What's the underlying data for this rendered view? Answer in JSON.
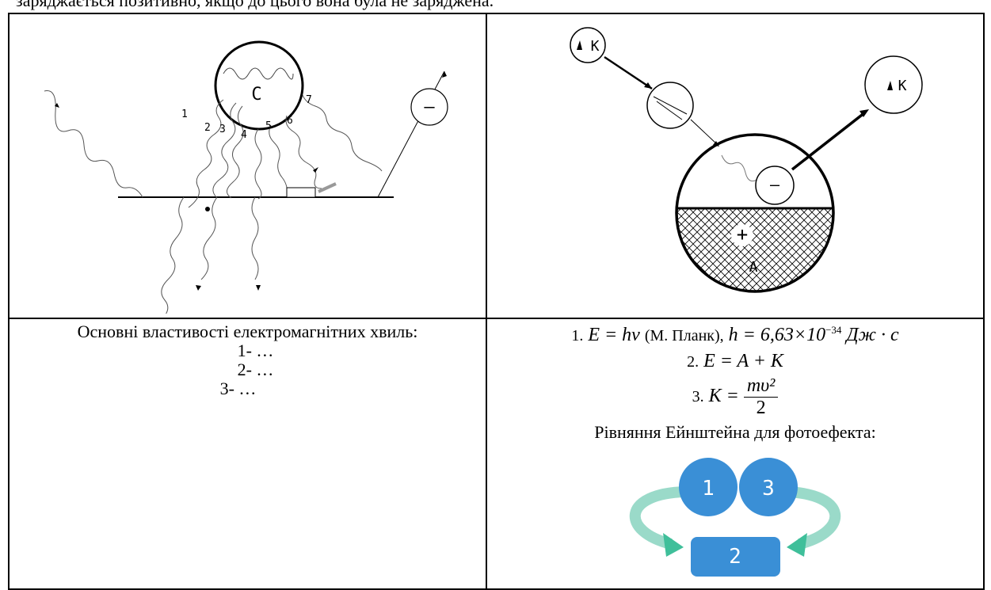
{
  "top_text": "заряджається позитивно, якщо до цього вона була не заряджена.",
  "diagram_left": {
    "circle_label": "C",
    "ray_labels": [
      "1",
      "2",
      "3",
      "4",
      "5",
      "6",
      "7"
    ],
    "electron_sign": "—"
  },
  "diagram_right": {
    "photon_in_label": "K",
    "photon_out_label": "K",
    "electron_sign": "—",
    "plus_sign": "+",
    "atom_label": "A"
  },
  "properties": {
    "title": "Основні властивості електромагнітних хвиль:",
    "items": [
      "1-    …",
      "2-    …",
      "3-  …"
    ]
  },
  "equations": {
    "eq1_num": "1.",
    "eq1_formula": "E = hν",
    "eq1_author": "(М. Планк),",
    "eq1_const": "h = 6,63×10",
    "eq1_exp": "−34",
    "eq1_unit": "Дж · c",
    "eq2_num": "2.",
    "eq2_formula": "E = A + K",
    "eq3_num": "3.",
    "eq3_lhs": "K =",
    "eq3_num_expr": "mυ²",
    "eq3_den": "2",
    "einstein": "Рівняння Ейнштейна для фотоефекта:"
  },
  "cycle": {
    "node1": "1",
    "node2": "2",
    "node3": "3",
    "colors": {
      "node": "#3a8fd6",
      "arrow": "#3fbf9a"
    }
  }
}
